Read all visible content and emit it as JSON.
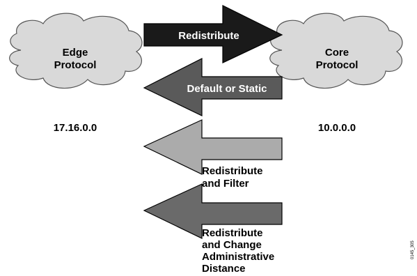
{
  "edge_cloud": {
    "line1": "Edge",
    "line2": "Protocol",
    "network": "17.16.0.0"
  },
  "core_cloud": {
    "line1": "Core",
    "line2": "Protocol",
    "network": "10.0.0.0"
  },
  "arrows": {
    "redistribute": {
      "label": "Redistribute",
      "direction": "right",
      "fill": "#1a1a1a"
    },
    "default_static": {
      "label": "Default or Static",
      "direction": "left",
      "fill": "#5a5a5a"
    },
    "redistribute_filter": {
      "line1": "Redistribute",
      "line2": "and Filter",
      "direction": "left",
      "fill": "#ababab"
    },
    "redistribute_admin": {
      "line1": "Redistribute",
      "line2": "and Change",
      "line3": "Administrative",
      "line4": "Distance",
      "direction": "left",
      "fill": "#6a6a6a"
    }
  },
  "figure_id": "0145_305",
  "colors": {
    "cloud_fill": "#d9d9d9",
    "cloud_stroke": "#555555",
    "arrow_stroke": "#000000",
    "text": "#000000",
    "arrow_text_light": "#ffffff"
  }
}
